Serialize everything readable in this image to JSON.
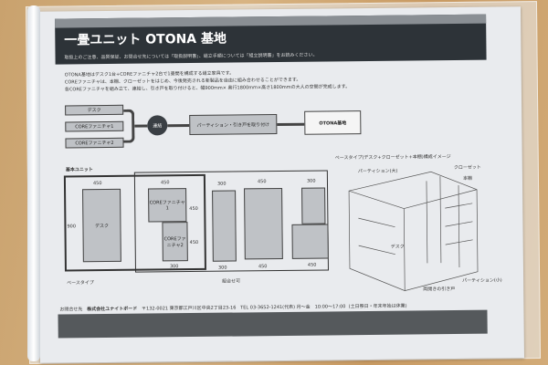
{
  "header": {
    "title": "一畳ユニット OTONA 基地",
    "subtitle": "取扱上のご注意、品質保証、お問合せ先については「取扱説明書」、組立手順については「組立説明書」をお読みください。"
  },
  "intro": [
    "OTONA基地はデスク1台+COREファニチャ2台で1畳間を構成する組立家具です。",
    "COREファニチャは、本棚、クローゼットをはじめ、今後発売される新製品を自由に組み合わせることができます。",
    "各COREファニチャを組み立て、連結し、引き戸を取り付けると、幅900mm× 奥行1800mm×高さ1800mmの大人の空間が完成します。"
  ],
  "flow": {
    "inputs": [
      "デスク",
      "COREファニチャ1",
      "COREファニチャ2"
    ],
    "join": "連結",
    "step": "パーティション・引き戸を取り付け",
    "result": "OTONA基地"
  },
  "units": {
    "heading": "基本ユニット",
    "base_label": "ベースタイプ",
    "combo_label": "組合せ可",
    "desk": "デスク",
    "core1": "COREファニチャ1",
    "core2": "COREファニチャ2",
    "d450": "450",
    "d900": "900",
    "d300": "300"
  },
  "image3d": {
    "title": "ベースタイプ(デスク+クローゼット+本棚)構成イメージ",
    "partition_l": "パーティション(大)",
    "closet": "クローゼット",
    "shelf": "本棚",
    "desk": "デスク",
    "door": "両開きの引き戸",
    "partition_s": "パーティション(小)"
  },
  "footer": {
    "label": "お問合せ先",
    "company": "株式会社ユナイトボード",
    "address": "〒132-0021 東京都江戸川区中央2丁目23-16",
    "tel": "TEL 03-3652-1241(代表) 月〜金　10:00〜17:00",
    "note": "(土日祭日・年末年始は休業)"
  }
}
